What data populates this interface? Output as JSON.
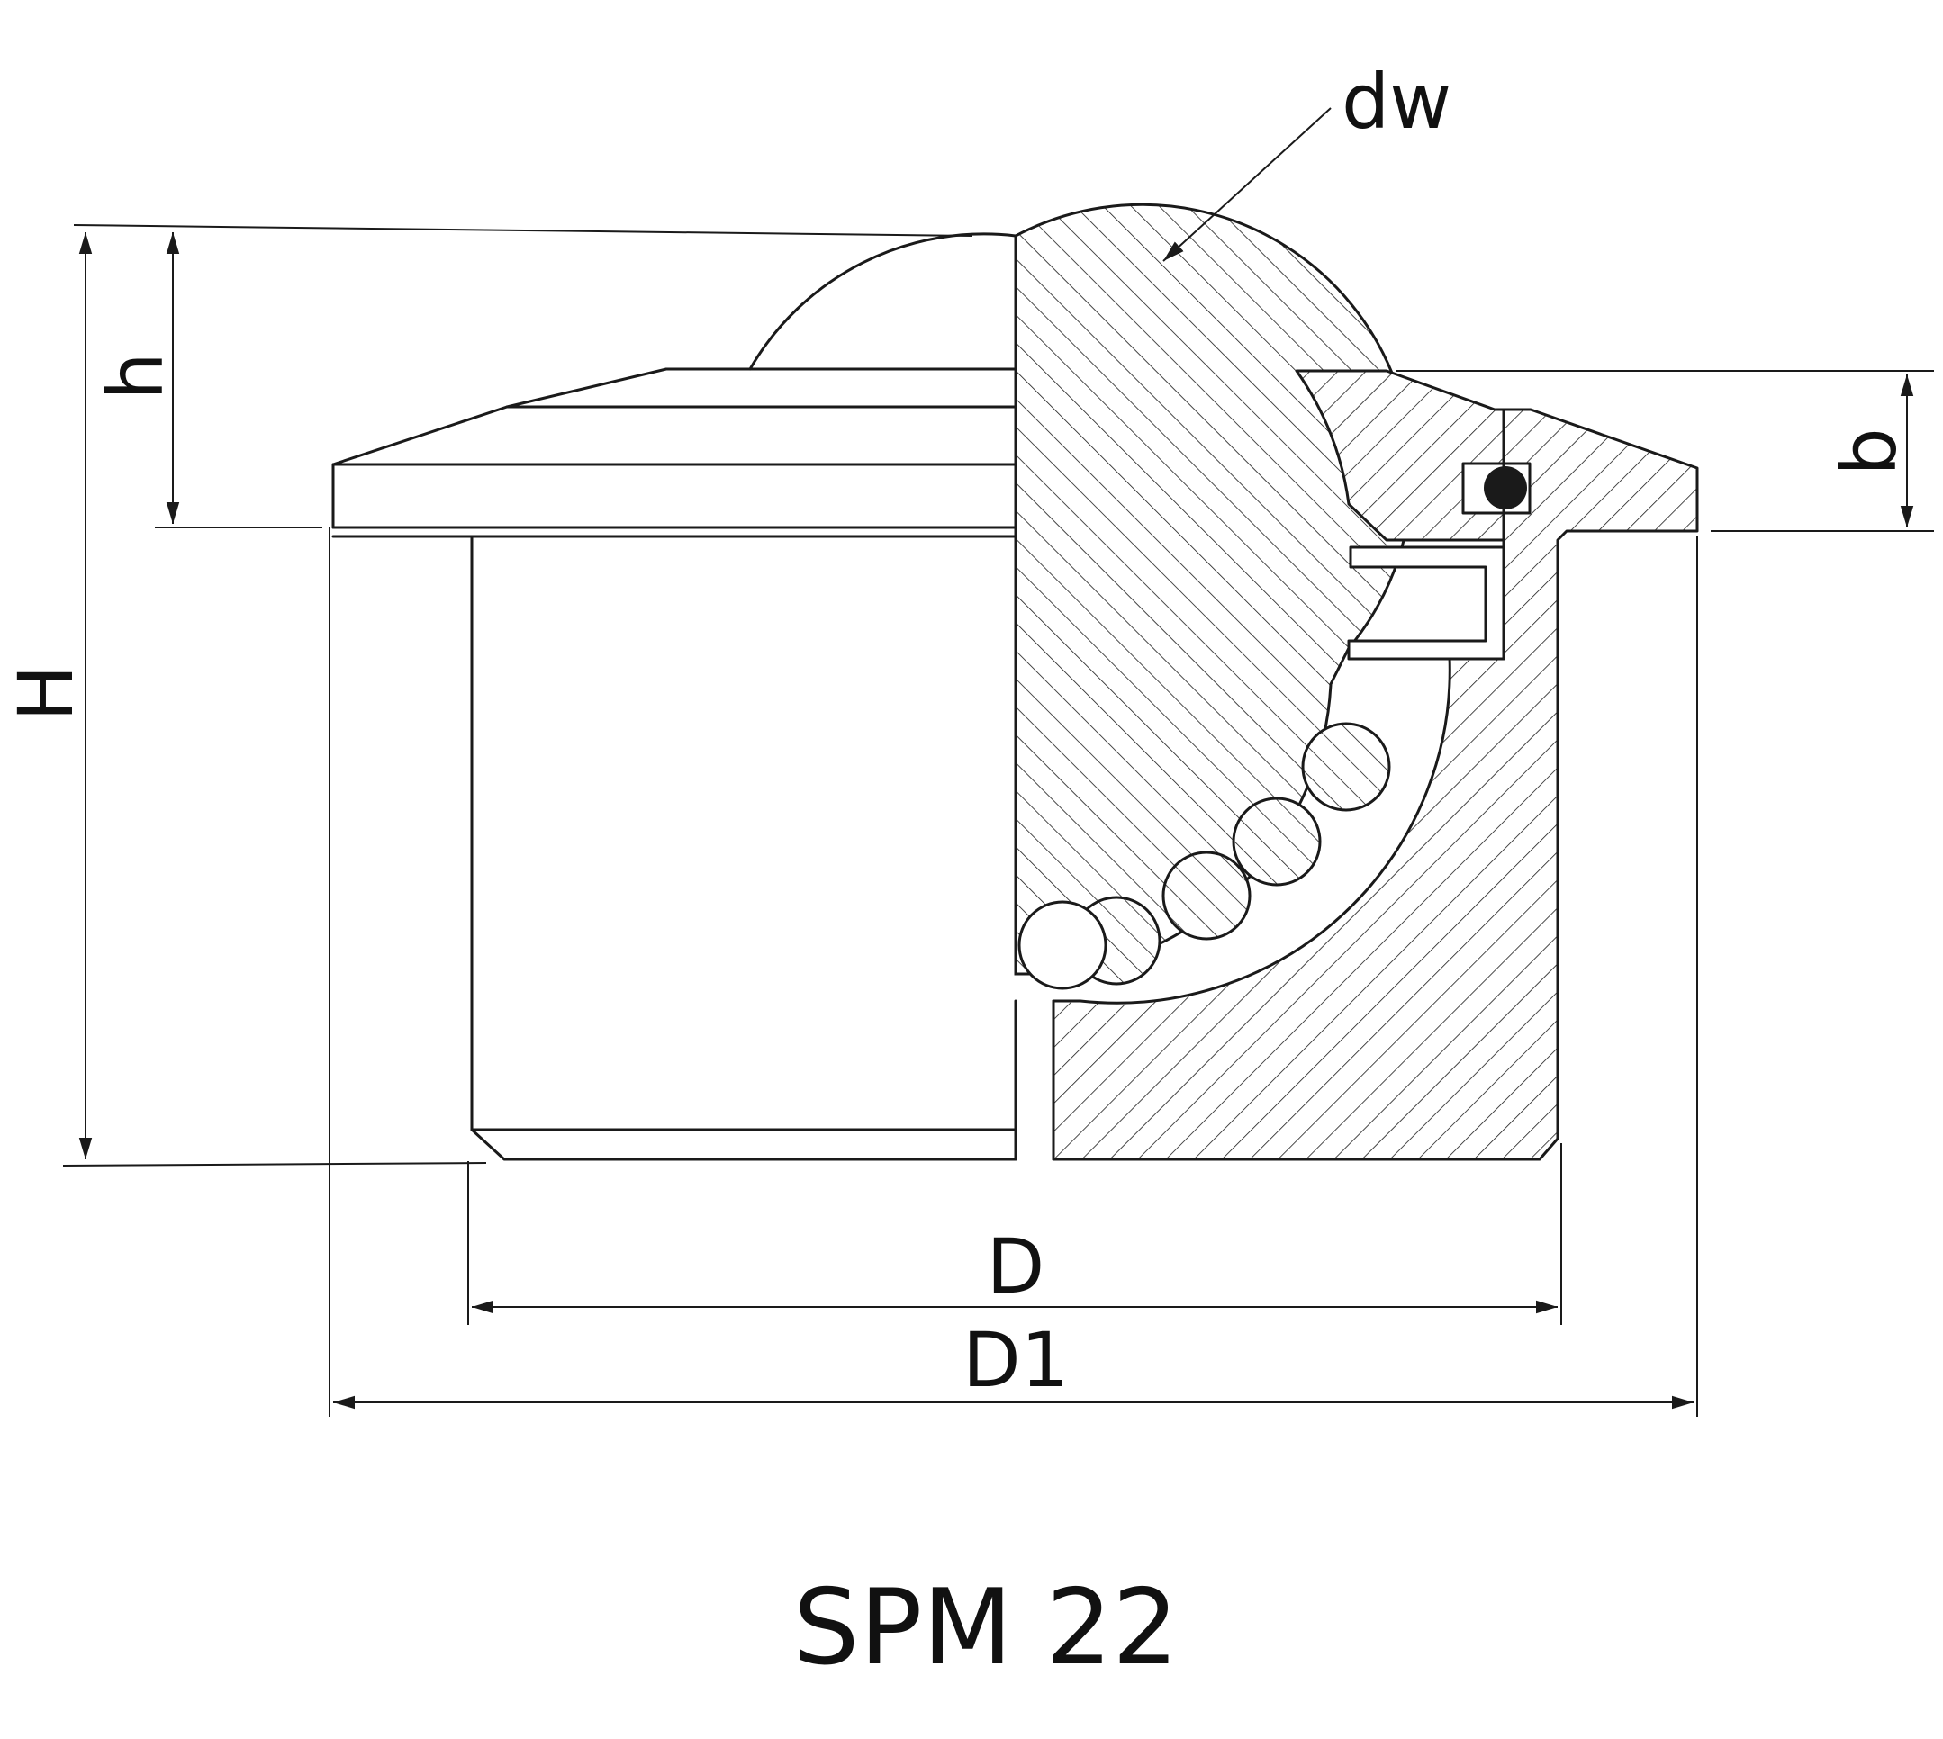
{
  "labels": {
    "dw": "dw",
    "h": "h",
    "H": "H",
    "b": "b",
    "D": "D",
    "D1": "D1"
  },
  "title": "SPM 22",
  "colors": {
    "line": "#1a1a1a",
    "background": "#ffffff"
  }
}
